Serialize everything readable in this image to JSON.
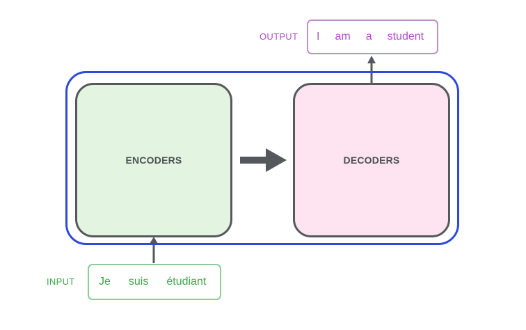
{
  "diagram": {
    "encoders_label": "ENCODERS",
    "decoders_label": "DECODERS",
    "output": {
      "label": "OUTPUT",
      "words": [
        "I",
        "am",
        "a",
        "student"
      ]
    },
    "input": {
      "label": "INPUT",
      "words": [
        "Je",
        "suis",
        "étudiant"
      ]
    }
  },
  "colors": {
    "frame": "#2f4ad8",
    "block_border": "#55585c",
    "encoders_fill": "#e3f5e0",
    "decoders_fill": "#fde4f0",
    "output_accent": "#b04fc9",
    "output_border": "#c18fcc",
    "input_accent": "#3ea84b",
    "input_border": "#8ccc98",
    "arrow": "#55585c"
  }
}
